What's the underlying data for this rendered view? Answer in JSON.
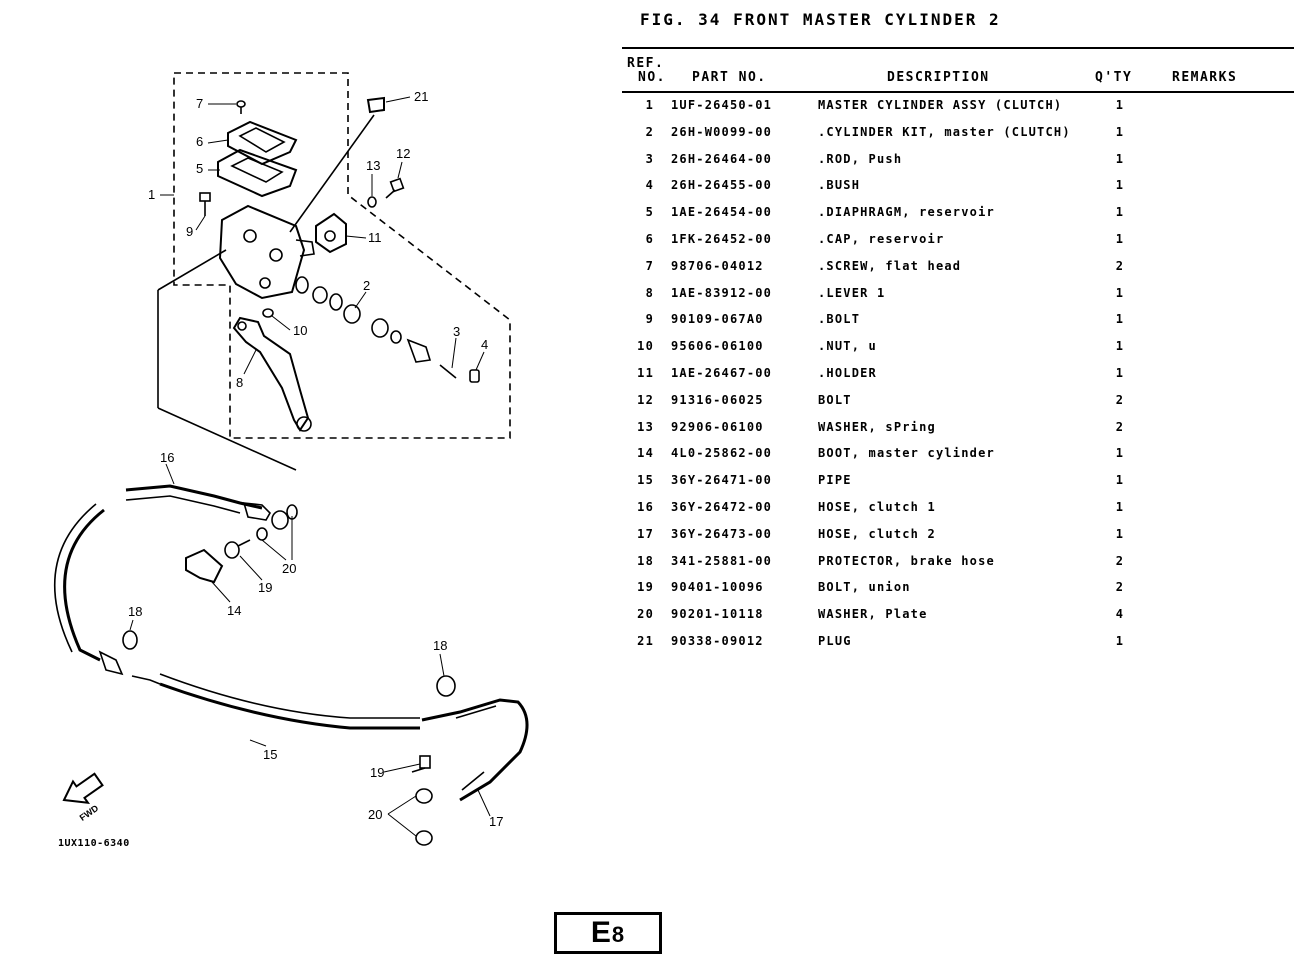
{
  "figure": {
    "title": "FIG. 34  FRONT MASTER CYLINDER 2"
  },
  "table": {
    "headers": {
      "ref_line1": "REF.",
      "ref_line2": "NO.",
      "part_no": "PART NO.",
      "description": "DESCRIPTION",
      "qty": "Q'TY",
      "remarks": "REMARKS"
    },
    "rows": [
      {
        "ref": "1",
        "part": "1UF-26450-01",
        "desc": "MASTER CYLINDER ASSY (CLUTCH)",
        "qty": "1",
        "remarks": ""
      },
      {
        "ref": "2",
        "part": "26H-W0099-00",
        "desc": ".CYLINDER KIT, master (CLUTCH)",
        "qty": "1",
        "remarks": ""
      },
      {
        "ref": "3",
        "part": "26H-26464-00",
        "desc": ".ROD, Push",
        "qty": "1",
        "remarks": ""
      },
      {
        "ref": "4",
        "part": "26H-26455-00",
        "desc": ".BUSH",
        "qty": "1",
        "remarks": ""
      },
      {
        "ref": "5",
        "part": "1AE-26454-00",
        "desc": ".DIAPHRAGM, reservoir",
        "qty": "1",
        "remarks": ""
      },
      {
        "ref": "6",
        "part": "1FK-26452-00",
        "desc": ".CAP, reservoir",
        "qty": "1",
        "remarks": ""
      },
      {
        "ref": "7",
        "part": "98706-04012",
        "desc": ".SCREW, flat head",
        "qty": "2",
        "remarks": ""
      },
      {
        "ref": "8",
        "part": "1AE-83912-00",
        "desc": ".LEVER 1",
        "qty": "1",
        "remarks": ""
      },
      {
        "ref": "9",
        "part": "90109-067A0",
        "desc": ".BOLT",
        "qty": "1",
        "remarks": ""
      },
      {
        "ref": "10",
        "part": "95606-06100",
        "desc": ".NUT, u",
        "qty": "1",
        "remarks": ""
      },
      {
        "ref": "11",
        "part": "1AE-26467-00",
        "desc": ".HOLDER",
        "qty": "1",
        "remarks": ""
      },
      {
        "ref": "12",
        "part": "91316-06025",
        "desc": "BOLT",
        "qty": "2",
        "remarks": ""
      },
      {
        "ref": "13",
        "part": "92906-06100",
        "desc": "WASHER, sPring",
        "qty": "2",
        "remarks": ""
      },
      {
        "ref": "14",
        "part": "4L0-25862-00",
        "desc": "BOOT, master cylinder",
        "qty": "1",
        "remarks": ""
      },
      {
        "ref": "15",
        "part": "36Y-26471-00",
        "desc": "PIPE",
        "qty": "1",
        "remarks": ""
      },
      {
        "ref": "16",
        "part": "36Y-26472-00",
        "desc": "HOSE, clutch 1",
        "qty": "1",
        "remarks": ""
      },
      {
        "ref": "17",
        "part": "36Y-26473-00",
        "desc": "HOSE, clutch 2",
        "qty": "1",
        "remarks": ""
      },
      {
        "ref": "18",
        "part": "341-25881-00",
        "desc": "PROTECTOR, brake hose",
        "qty": "2",
        "remarks": ""
      },
      {
        "ref": "19",
        "part": "90401-10096",
        "desc": "BOLT, union",
        "qty": "2",
        "remarks": ""
      },
      {
        "ref": "20",
        "part": "90201-10118",
        "desc": "WASHER, Plate",
        "qty": "4",
        "remarks": ""
      },
      {
        "ref": "21",
        "part": "90338-09012",
        "desc": "PLUG",
        "qty": "1",
        "remarks": ""
      }
    ]
  },
  "diagram": {
    "callouts": [
      "1",
      "2",
      "3",
      "4",
      "5",
      "6",
      "7",
      "8",
      "9",
      "10",
      "11",
      "12",
      "13",
      "14",
      "15",
      "16",
      "17",
      "18",
      "18",
      "19",
      "19",
      "20",
      "20",
      "21"
    ],
    "arrow_label": "FWD"
  },
  "footer": {
    "diagram_code": "1UX110-6340",
    "page_letter": "E",
    "page_number": "8"
  }
}
